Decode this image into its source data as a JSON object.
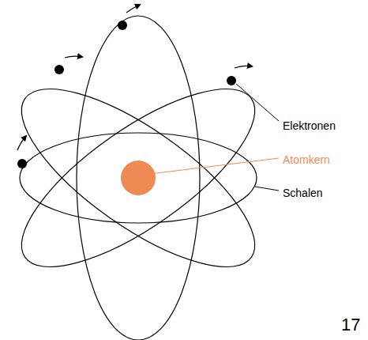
{
  "diagram": {
    "labels": [
      "Elektronen",
      "Atomkern",
      "Schalen",
      "17"
    ]
  }
}
